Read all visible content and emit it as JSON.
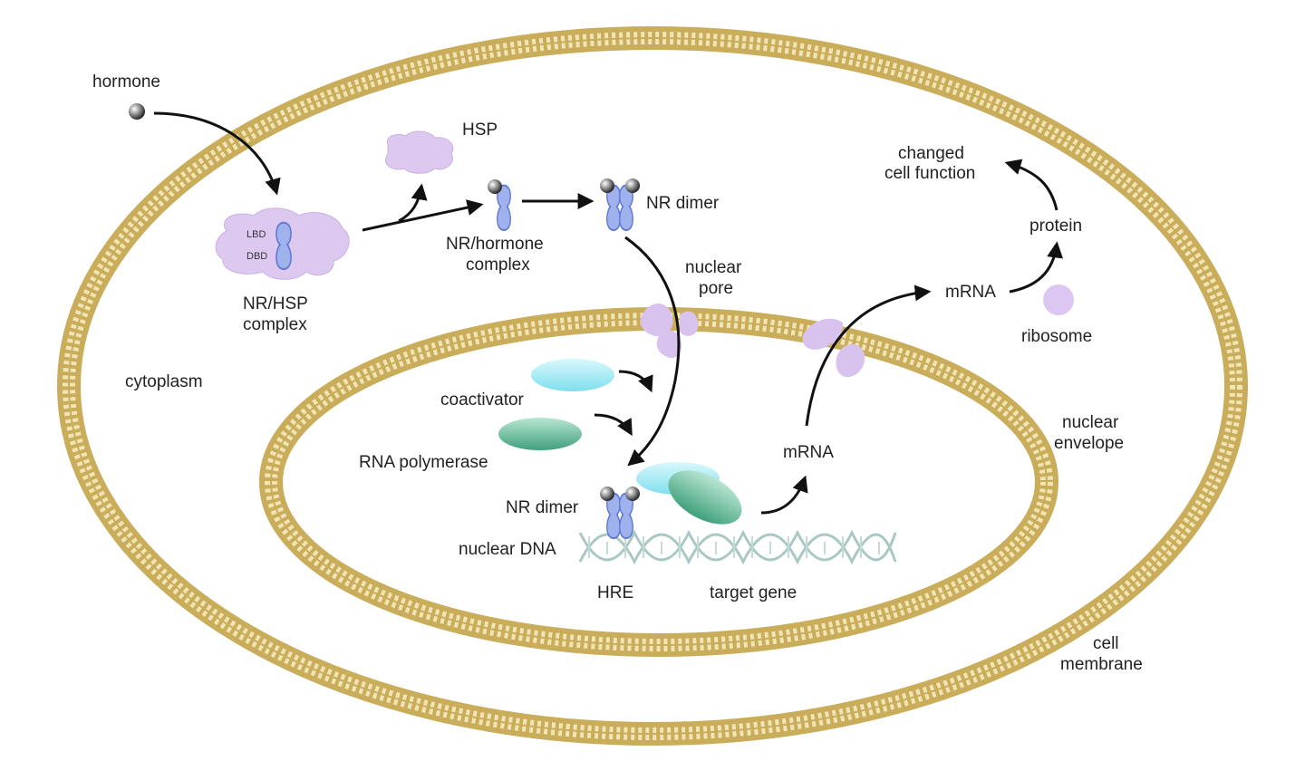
{
  "labels": {
    "hormone": "hormone",
    "hsp": "HSP",
    "lbd": "LBD",
    "dbd": "DBD",
    "nr_hsp_line1": "NR/HSP",
    "nr_hsp_line2": "complex",
    "nr_hormone_line1": "NR/hormone",
    "nr_hormone_line2": "complex",
    "nr_dimer_top": "NR dimer",
    "nuclear_pore_line1": "nuclear",
    "nuclear_pore_line2": "pore",
    "changed_line1": "changed",
    "changed_line2": "cell function",
    "protein": "protein",
    "mrna_cyto": "mRNA",
    "ribosome": "ribosome",
    "cytoplasm": "cytoplasm",
    "coactivator": "coactivator",
    "rna_polymerase": "RNA polymerase",
    "nr_dimer_nucleus": "NR dimer",
    "nuclear_dna": "nuclear DNA",
    "hre": "HRE",
    "target_gene": "target gene",
    "mrna_nucleus": "mRNA",
    "nuclear_envelope_line1": "nuclear",
    "nuclear_envelope_line2": "envelope",
    "cell_membrane_line1": "cell",
    "cell_membrane_line2": "membrane"
  },
  "colors": {
    "membrane": "#c9ad5a",
    "membrane_light": "#e6d49a",
    "hsp": "#ddc8f0",
    "receptor": "#8fa4e8",
    "coactivator": "#9fe9f3",
    "polymerase": "#4fb391",
    "dna": "#a9c8c4",
    "pore": "#d8c3ee",
    "ribosome": "#dcc6f2",
    "arrow": "#111111"
  }
}
